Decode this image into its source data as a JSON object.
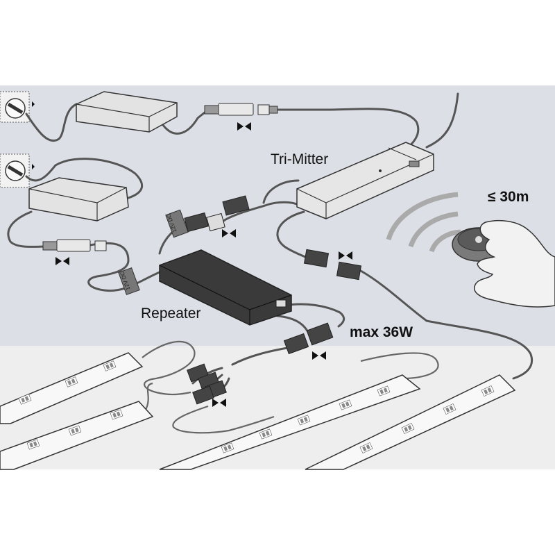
{
  "labels": {
    "tri_mitter": "Tri-Mitter",
    "repeater": "Repeater",
    "max_power": "max 36W",
    "range": "≤ 30m",
    "voltage_a": "12V DC",
    "voltage_b": "12V DC"
  },
  "colors": {
    "background_upper": "#dcdfe6",
    "background_lower": "#eeeeee",
    "device_light": "#e3e3e3",
    "device_dark": "#2f2f2f",
    "cable": "#555555",
    "outline": "#333333"
  },
  "icons": {
    "connector_marker": "bowtie-connector-icon",
    "outlet": "wall-socket-icon",
    "remote": "rotary-remote-icon",
    "wireless": "radio-waves-icon"
  }
}
